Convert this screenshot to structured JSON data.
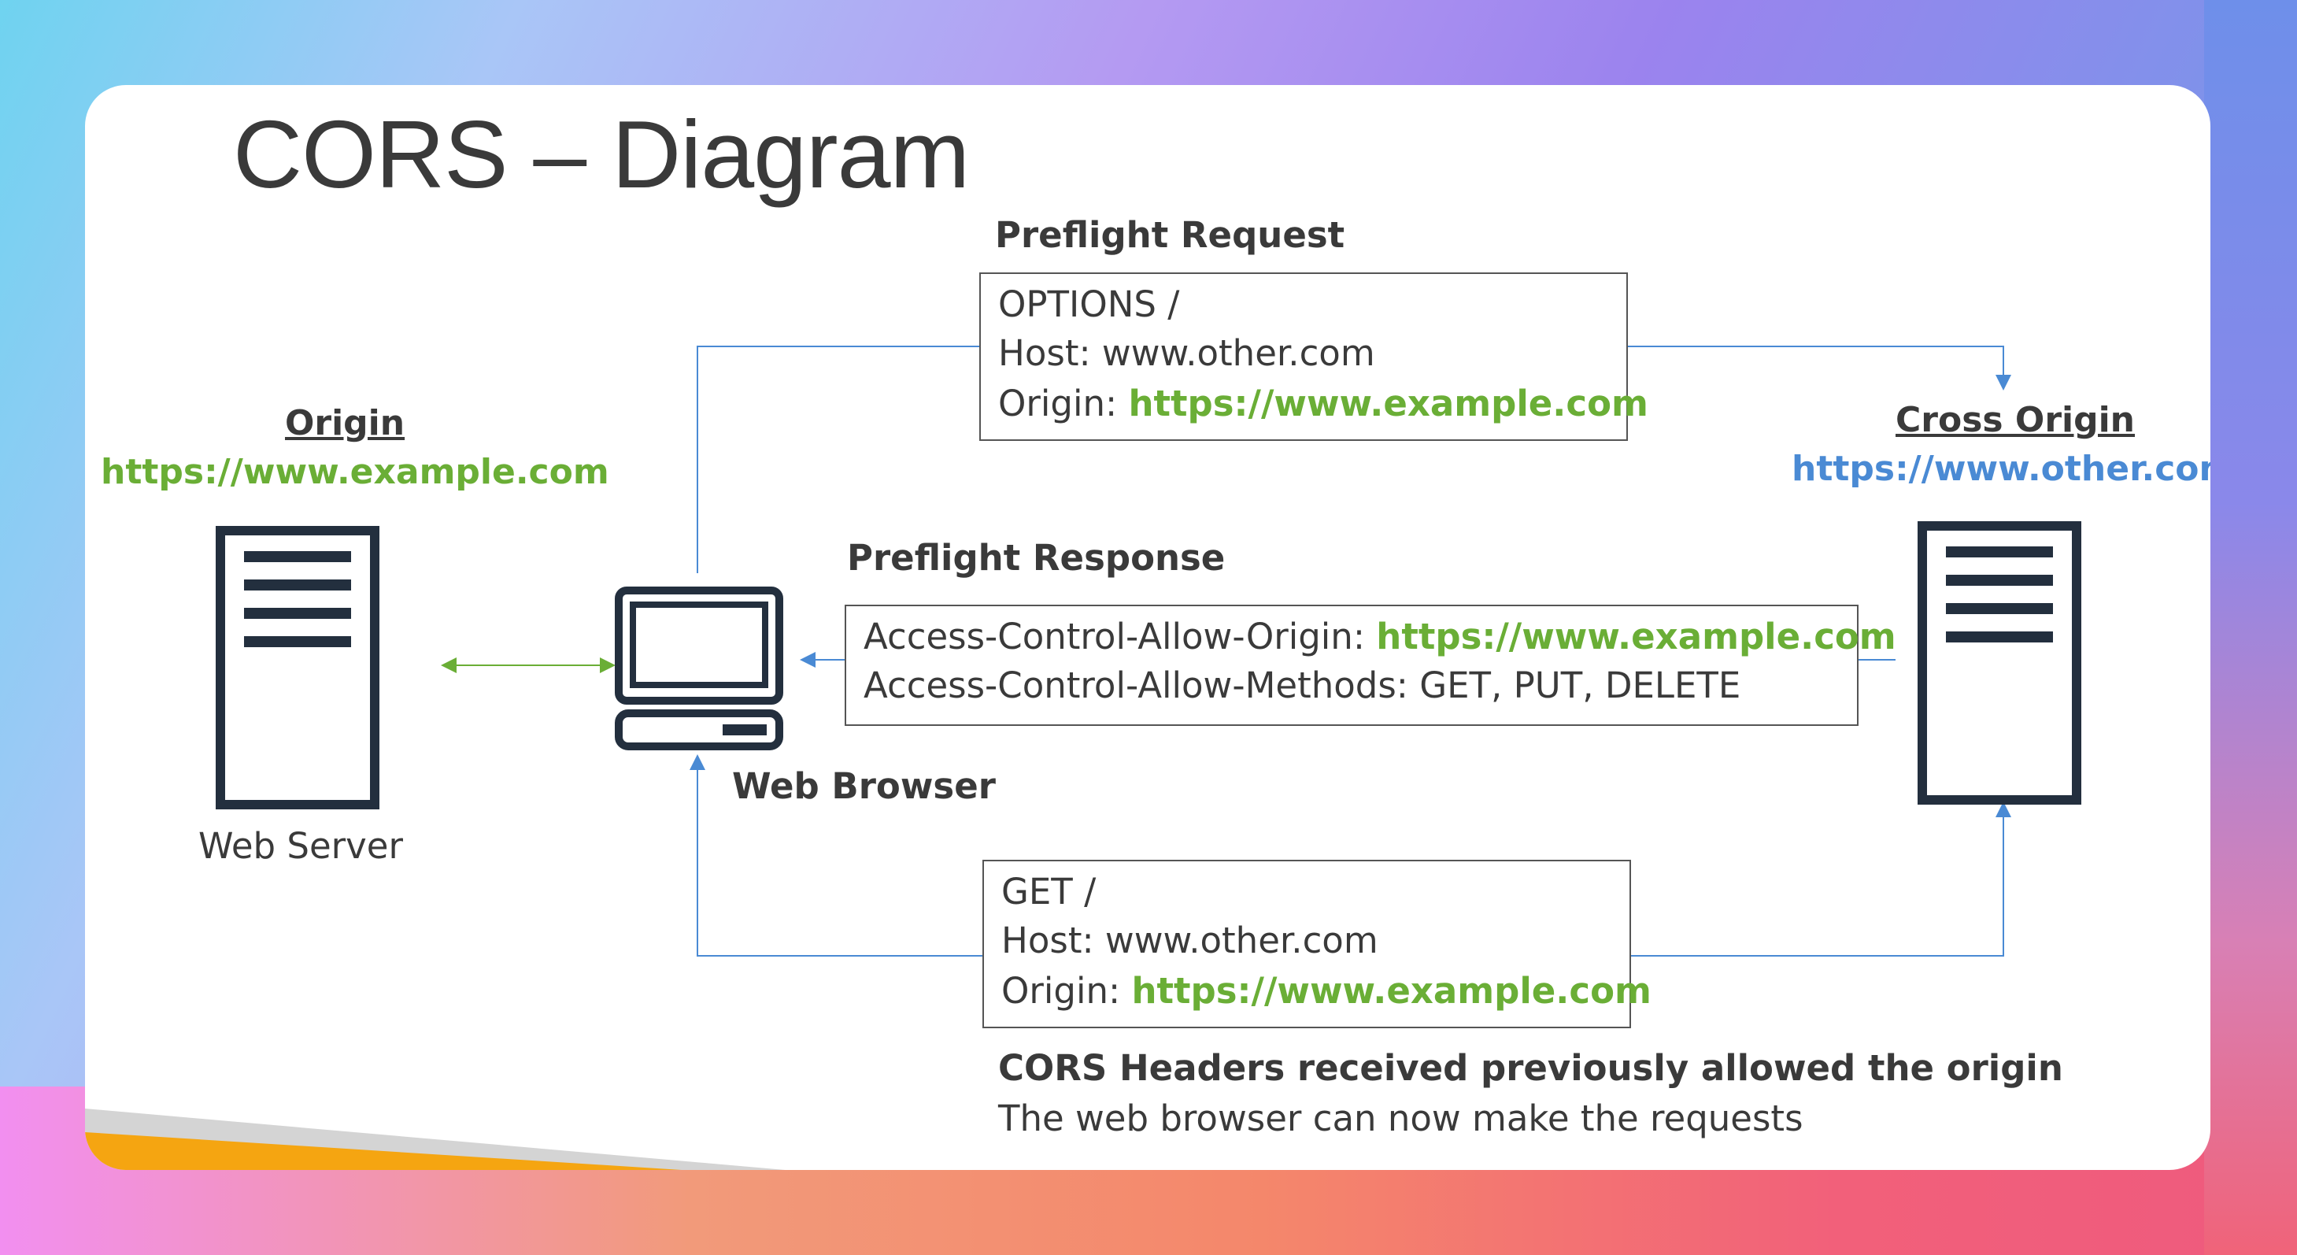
{
  "title": "CORS – Diagram",
  "origin": {
    "label": "Origin",
    "url": "https://www.example.com",
    "server_label": "Web Server"
  },
  "cross_origin": {
    "label": "Cross Origin",
    "url": "https://www.other.com"
  },
  "browser": {
    "label": "Web Browser"
  },
  "preflight_request": {
    "heading": "Preflight Request",
    "line1": "OPTIONS /",
    "line2": "Host: www.other.com",
    "line3_prefix": "Origin: ",
    "line3_url": "https://www.example.com"
  },
  "preflight_response": {
    "heading": "Preflight Response",
    "line1_prefix": "Access-Control-Allow-Origin: ",
    "line1_url": "https://www.example.com",
    "line2": "Access-Control-Allow-Methods: GET, PUT, DELETE"
  },
  "get_request": {
    "line1": "GET /",
    "line2": "Host: www.other.com",
    "line3_prefix": "Origin: ",
    "line3_url": "https://www.example.com"
  },
  "footer": {
    "bold": "CORS Headers received previously allowed the origin",
    "normal": "The web browser can now make the requests"
  },
  "colors": {
    "green": "#6aae36",
    "blue": "#4a8ad4",
    "connector": "#4a8ad4",
    "icon": "#232f3e"
  },
  "icons": [
    "server-icon",
    "laptop-icon"
  ]
}
